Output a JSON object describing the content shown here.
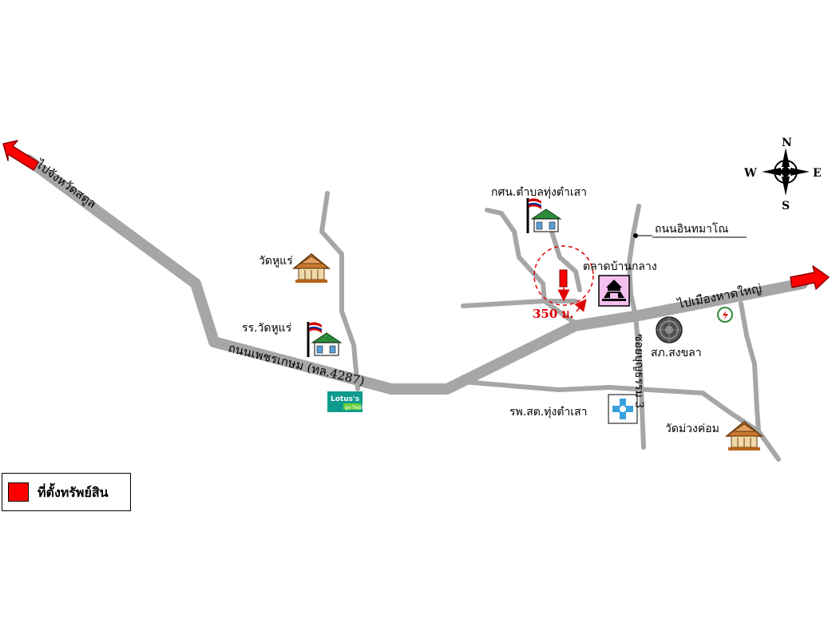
{
  "labels": {
    "to_satun": "ไปจังหวัดสตูล",
    "to_hatyai": "ไปเมืองหาดใหญ่",
    "phetkasem_road": "ถนนเพชรเกษม (ทล.4287)",
    "intamano_road": "ถนนอินทมาโณ",
    "soi_boonyatham": "ซอยบุญธรรม 3",
    "wat_hu_rae": "วัดหูแร่",
    "school_wat_hu_rae": "รร.วัดหูแร่",
    "learning_center": "กศน.ตำบลทุ่งตำเสา",
    "ban_klang_market": "ตลาดบ้านกลาง",
    "songkhla_police": "สภ.สงขลา",
    "health_hospital": "รพ.สต.ทุ่งตำเสา",
    "wat_muang_kom": "วัดม่วงค่อม",
    "lotus_store": "Lotus's",
    "lotus_sub": "go fresh",
    "distance": "350 ม."
  },
  "compass": {
    "n": "N",
    "s": "S",
    "e": "E",
    "w": "W"
  },
  "legend": {
    "property_location": "ที่ตั้งทรัพย์สิน"
  },
  "colors": {
    "road": "#a6a6a6",
    "arrow": "#ff0000",
    "property": "#ff0000",
    "distance": "#e00000",
    "circle": "#e00000"
  }
}
